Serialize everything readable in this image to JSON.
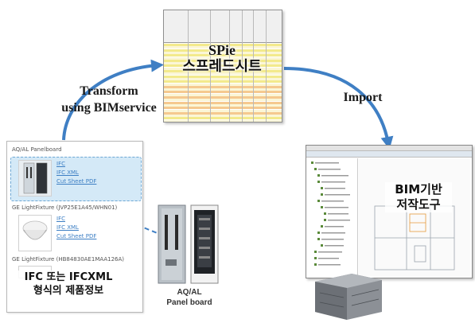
{
  "spreadsheet": {
    "title_line1": "SPie",
    "title_line2": "스프레드시트"
  },
  "labels": {
    "transform_line1": "Transform",
    "transform_line2": "using BIMservice",
    "import": "Import"
  },
  "product_panel": {
    "items": [
      {
        "title": "AQ/AL Panelboard",
        "links": [
          "IFC",
          "IFC XML",
          "Cut Sheet PDF"
        ]
      },
      {
        "title": "GE LightFixture (JVP25E1A45/WHN01)",
        "links": [
          "IFC",
          "IFC XML",
          "Cut Sheet PDF"
        ]
      },
      {
        "title": "GE LightFixture (HB84830AE1MAA126A)",
        "links": []
      }
    ],
    "caption_line1": "IFC 또는 IFCXML",
    "caption_line2": "형식의 제품정보"
  },
  "device": {
    "caption_line1": "AQ/AL",
    "caption_line2": "Panel board"
  },
  "bim_tool": {
    "caption_line1": "BIM기반",
    "caption_line2": "저작도구"
  },
  "colors": {
    "arrow": "#3f7fc4",
    "dashed_arrow": "#3f7fc4",
    "sheet_yellow": "#f3ea8c",
    "sheet_orange": "#f5c98f",
    "highlight": "#d4e9f7"
  }
}
